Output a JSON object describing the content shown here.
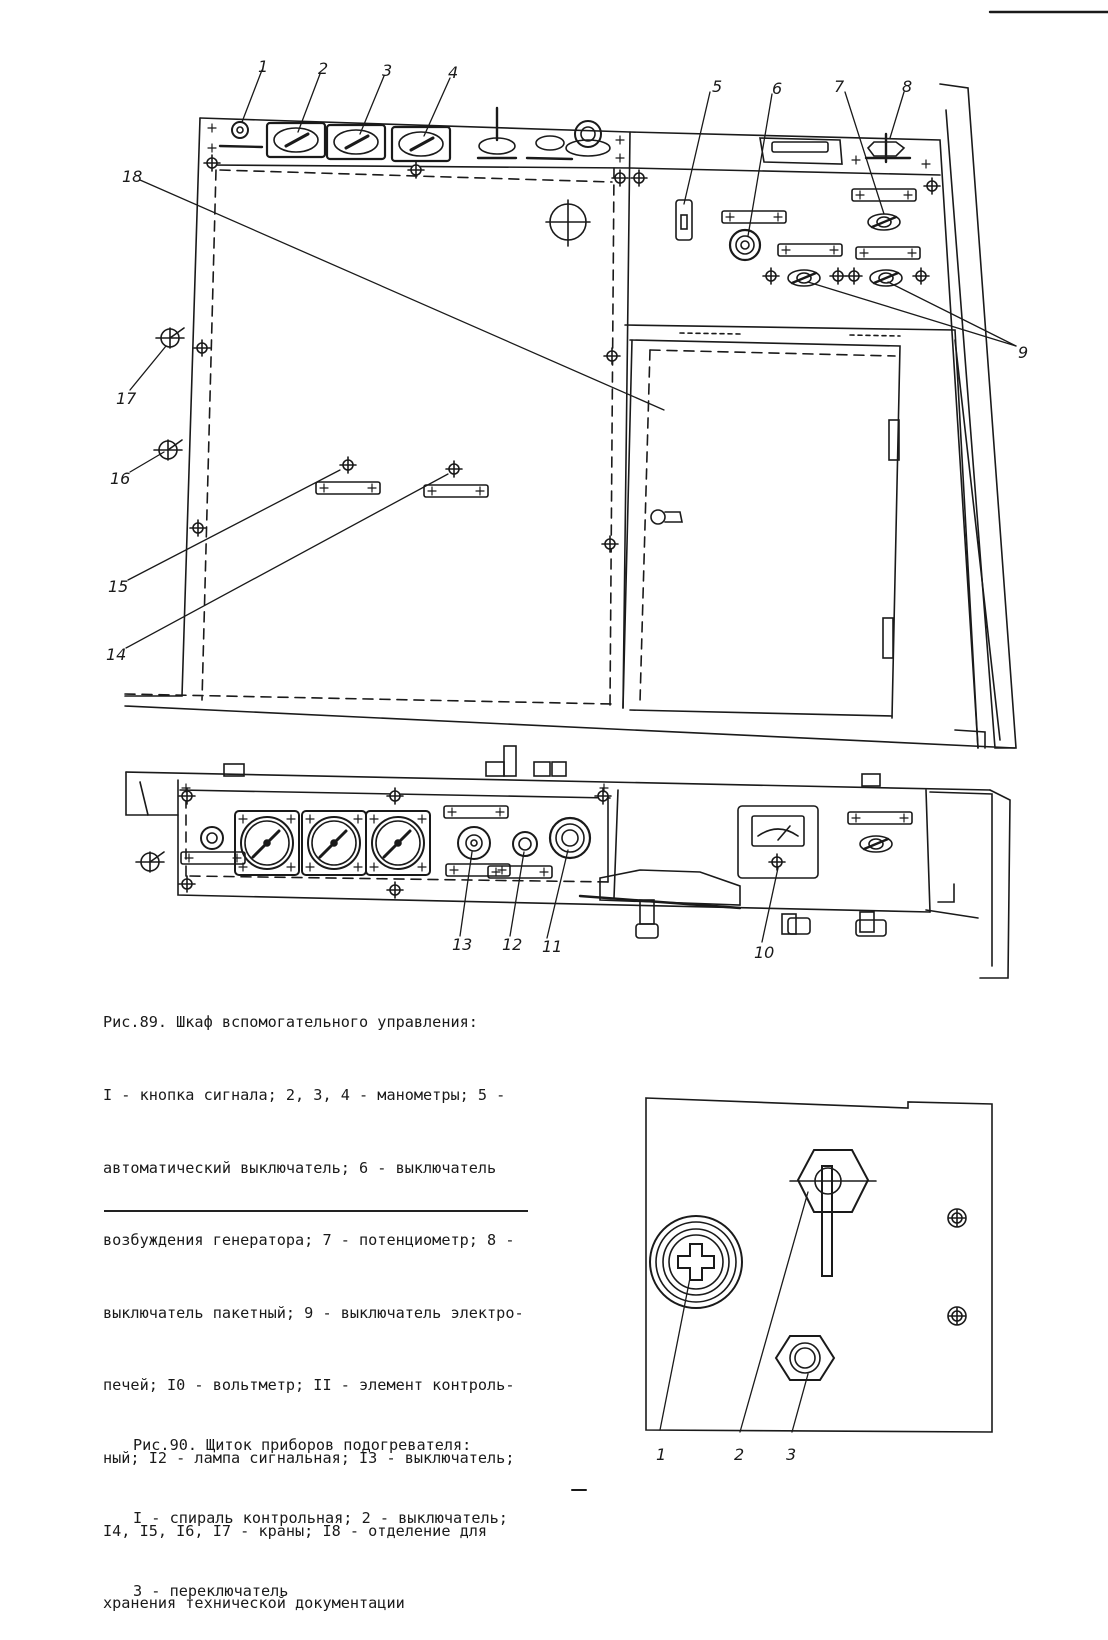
{
  "figure89": {
    "callouts": [
      "1",
      "2",
      "3",
      "4",
      "5",
      "6",
      "7",
      "8",
      "9",
      "10",
      "11",
      "12",
      "13",
      "14",
      "15",
      "16",
      "17",
      "18"
    ],
    "caption_lines": [
      "Рис.89. Шкаф вспомогательного управления:",
      "I - кнопка сигнала; 2, 3, 4 - манометры; 5 -",
      "автоматический выключатель; 6 - выключатель",
      "возбуждения генератора; 7 - потенциометр; 8 -",
      "выключатель пакетный; 9 - выключатель электро-",
      "печей; I0 - вольтметр; II - элемент контроль-",
      "ный; I2 - лампа сигнальная; I3 - выключатель;",
      "I4, I5, I6, I7 - краны; I8 - отделение для",
      "хранения технической документации"
    ]
  },
  "figure90": {
    "callouts": [
      "1",
      "2",
      "3"
    ],
    "caption_lines": [
      "Рис.90. Щиток приборов подогревателя:",
      "I - спираль контрольная; 2 - выключатель;",
      "3 - переключатель"
    ]
  }
}
